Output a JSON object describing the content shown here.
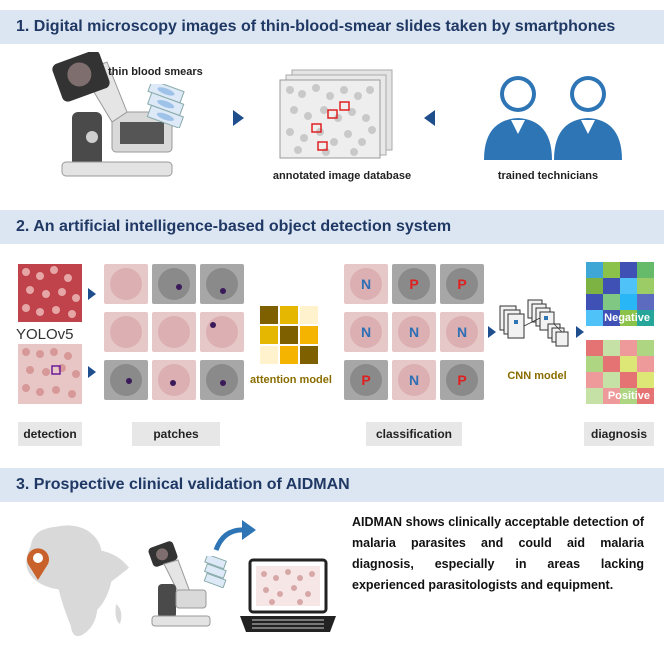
{
  "sections": {
    "s1_title": "1. Digital microscopy images of thin-blood-smear slides taken by smartphones",
    "s2_title": "2. An artificial intelligence-based object detection system",
    "s3_title": "3. Prospective clinical validation of AIDMAN"
  },
  "section1": {
    "smear_label": "thin blood smears",
    "database_label": "annotated image database",
    "technicians_label": "trained technicians"
  },
  "section2": {
    "yolo_label": "YOLOv5",
    "attention_label": "attention model",
    "cnn_label": "CNN model",
    "negative_label": "Negative",
    "positive_label": "Positive",
    "stage_labels": {
      "detection": "detection",
      "patches": "patches",
      "classification": "classification",
      "diagnosis": "diagnosis"
    },
    "classification_marks": [
      "N",
      "P",
      "P",
      "N",
      "N",
      "N",
      "P",
      "N",
      "P"
    ]
  },
  "section3": {
    "summary": "AIDMAN shows clinically acceptable detection of malaria parasites and could aid malaria diagnosis, especially in areas lacking experienced parasitologists and equipment."
  },
  "colors": {
    "section_bg": "#dce6f2",
    "section_text": "#1f3864",
    "arrow": "#1f4e8c",
    "negative_mark": "#2d6fb5",
    "positive_mark": "#e02020",
    "attention_accent": "#b8860b",
    "pin": "#c8622a"
  },
  "icons": [
    "microscope-icon",
    "smartphone-icon",
    "technician-icon",
    "laptop-icon",
    "africa-map-icon",
    "location-pin-icon",
    "curved-arrow-icon"
  ]
}
